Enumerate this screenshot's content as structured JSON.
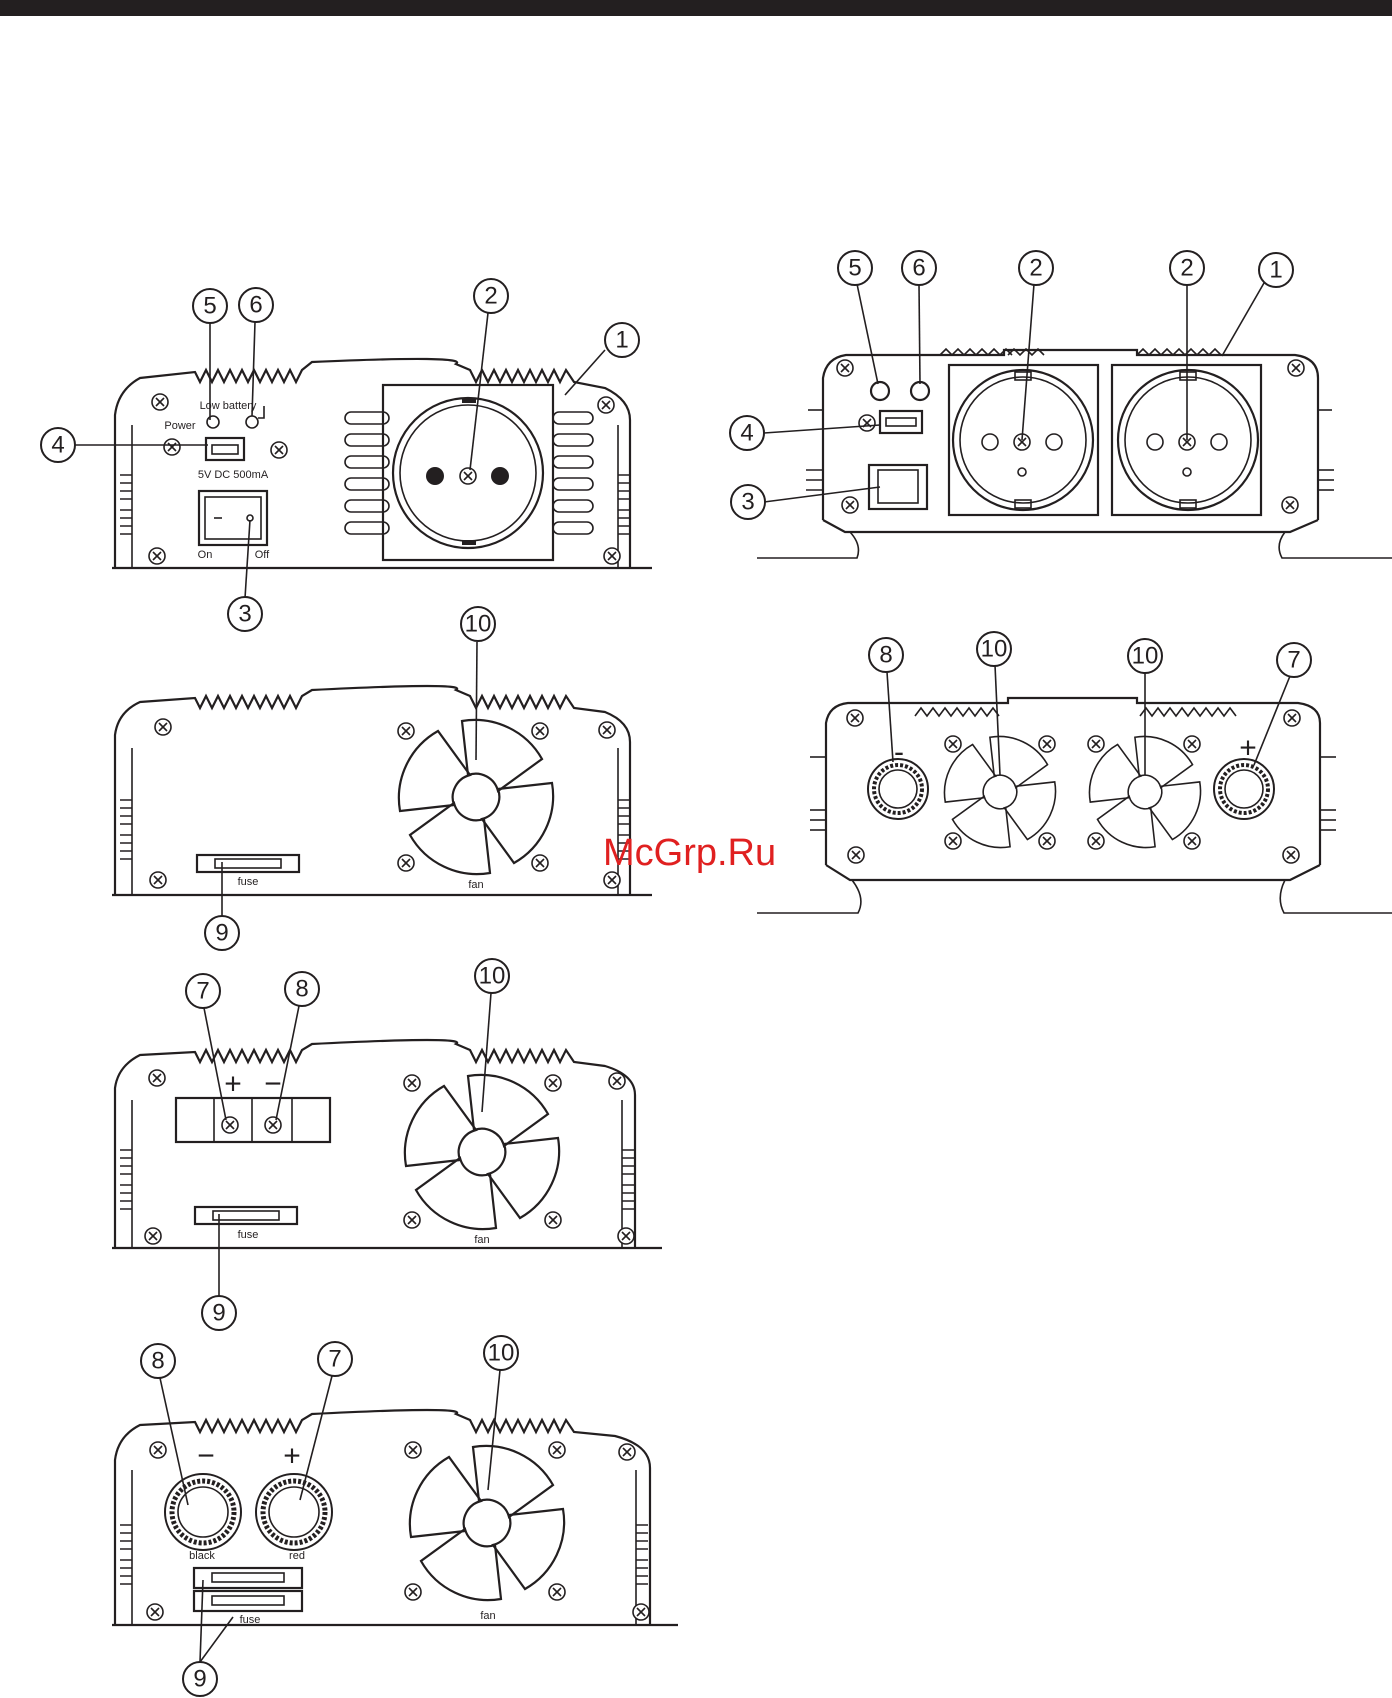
{
  "panel_a": {
    "labels": {
      "power": "Power",
      "low_battery": "Low battery",
      "usb": "5V DC 500mA",
      "on": "On",
      "off": "Off"
    },
    "callouts": [
      "5",
      "6",
      "2",
      "1",
      "4",
      "3"
    ]
  },
  "panel_b": {
    "labels": {
      "fuse": "fuse",
      "fan": "fan"
    },
    "callouts": [
      "10",
      "9"
    ]
  },
  "panel_c": {
    "labels": {
      "plus": "+",
      "minus": "−",
      "fuse": "fuse",
      "fan": "fan"
    },
    "callouts": [
      "7",
      "8",
      "10",
      "9"
    ]
  },
  "panel_d": {
    "labels": {
      "minus": "−",
      "plus": "+",
      "black": "black",
      "red": "red",
      "fuse": "fuse",
      "fan": "fan"
    },
    "callouts": [
      "8",
      "7",
      "10",
      "9"
    ]
  },
  "panel_e": {
    "callouts": [
      "5",
      "6",
      "2",
      "2",
      "1",
      "4",
      "3"
    ]
  },
  "panel_f": {
    "labels": {
      "minus": "-",
      "plus": "+"
    },
    "callouts": [
      "8",
      "10",
      "10",
      "7"
    ]
  },
  "watermark": "McGrp.Ru"
}
